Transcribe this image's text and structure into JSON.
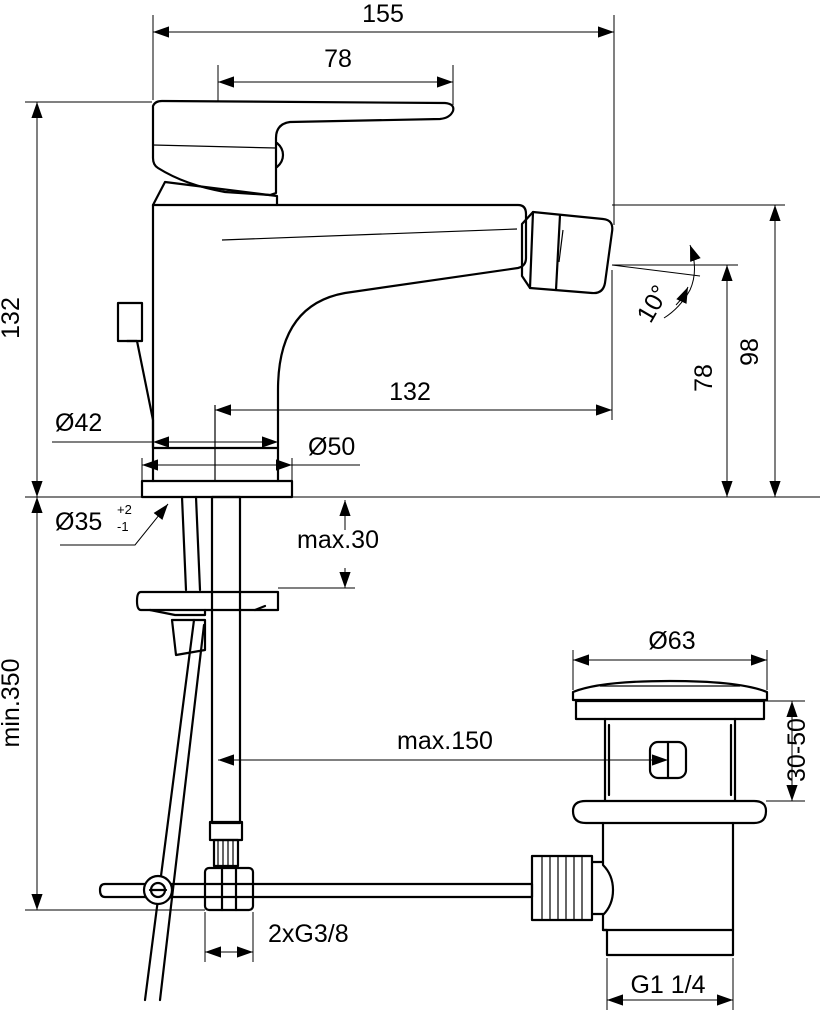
{
  "dimensions": {
    "total_width": "155",
    "handle_width": "78",
    "total_height": "132",
    "spout_height": "98",
    "outlet_height": "78",
    "angle": "10°",
    "spout_reach": "132",
    "body_diameter": "Ø42",
    "base_diameter": "Ø50",
    "hole_diameter": "Ø35",
    "hole_tol_plus": "+2",
    "hole_tol_minus": "-1",
    "max_thickness": "max.30",
    "min_hose": "min.350",
    "max_rod": "max.150",
    "waste_diameter": "Ø63",
    "waste_range": "30-50",
    "connection": "2xG3/8",
    "waste_thread": "G1 1/4"
  }
}
